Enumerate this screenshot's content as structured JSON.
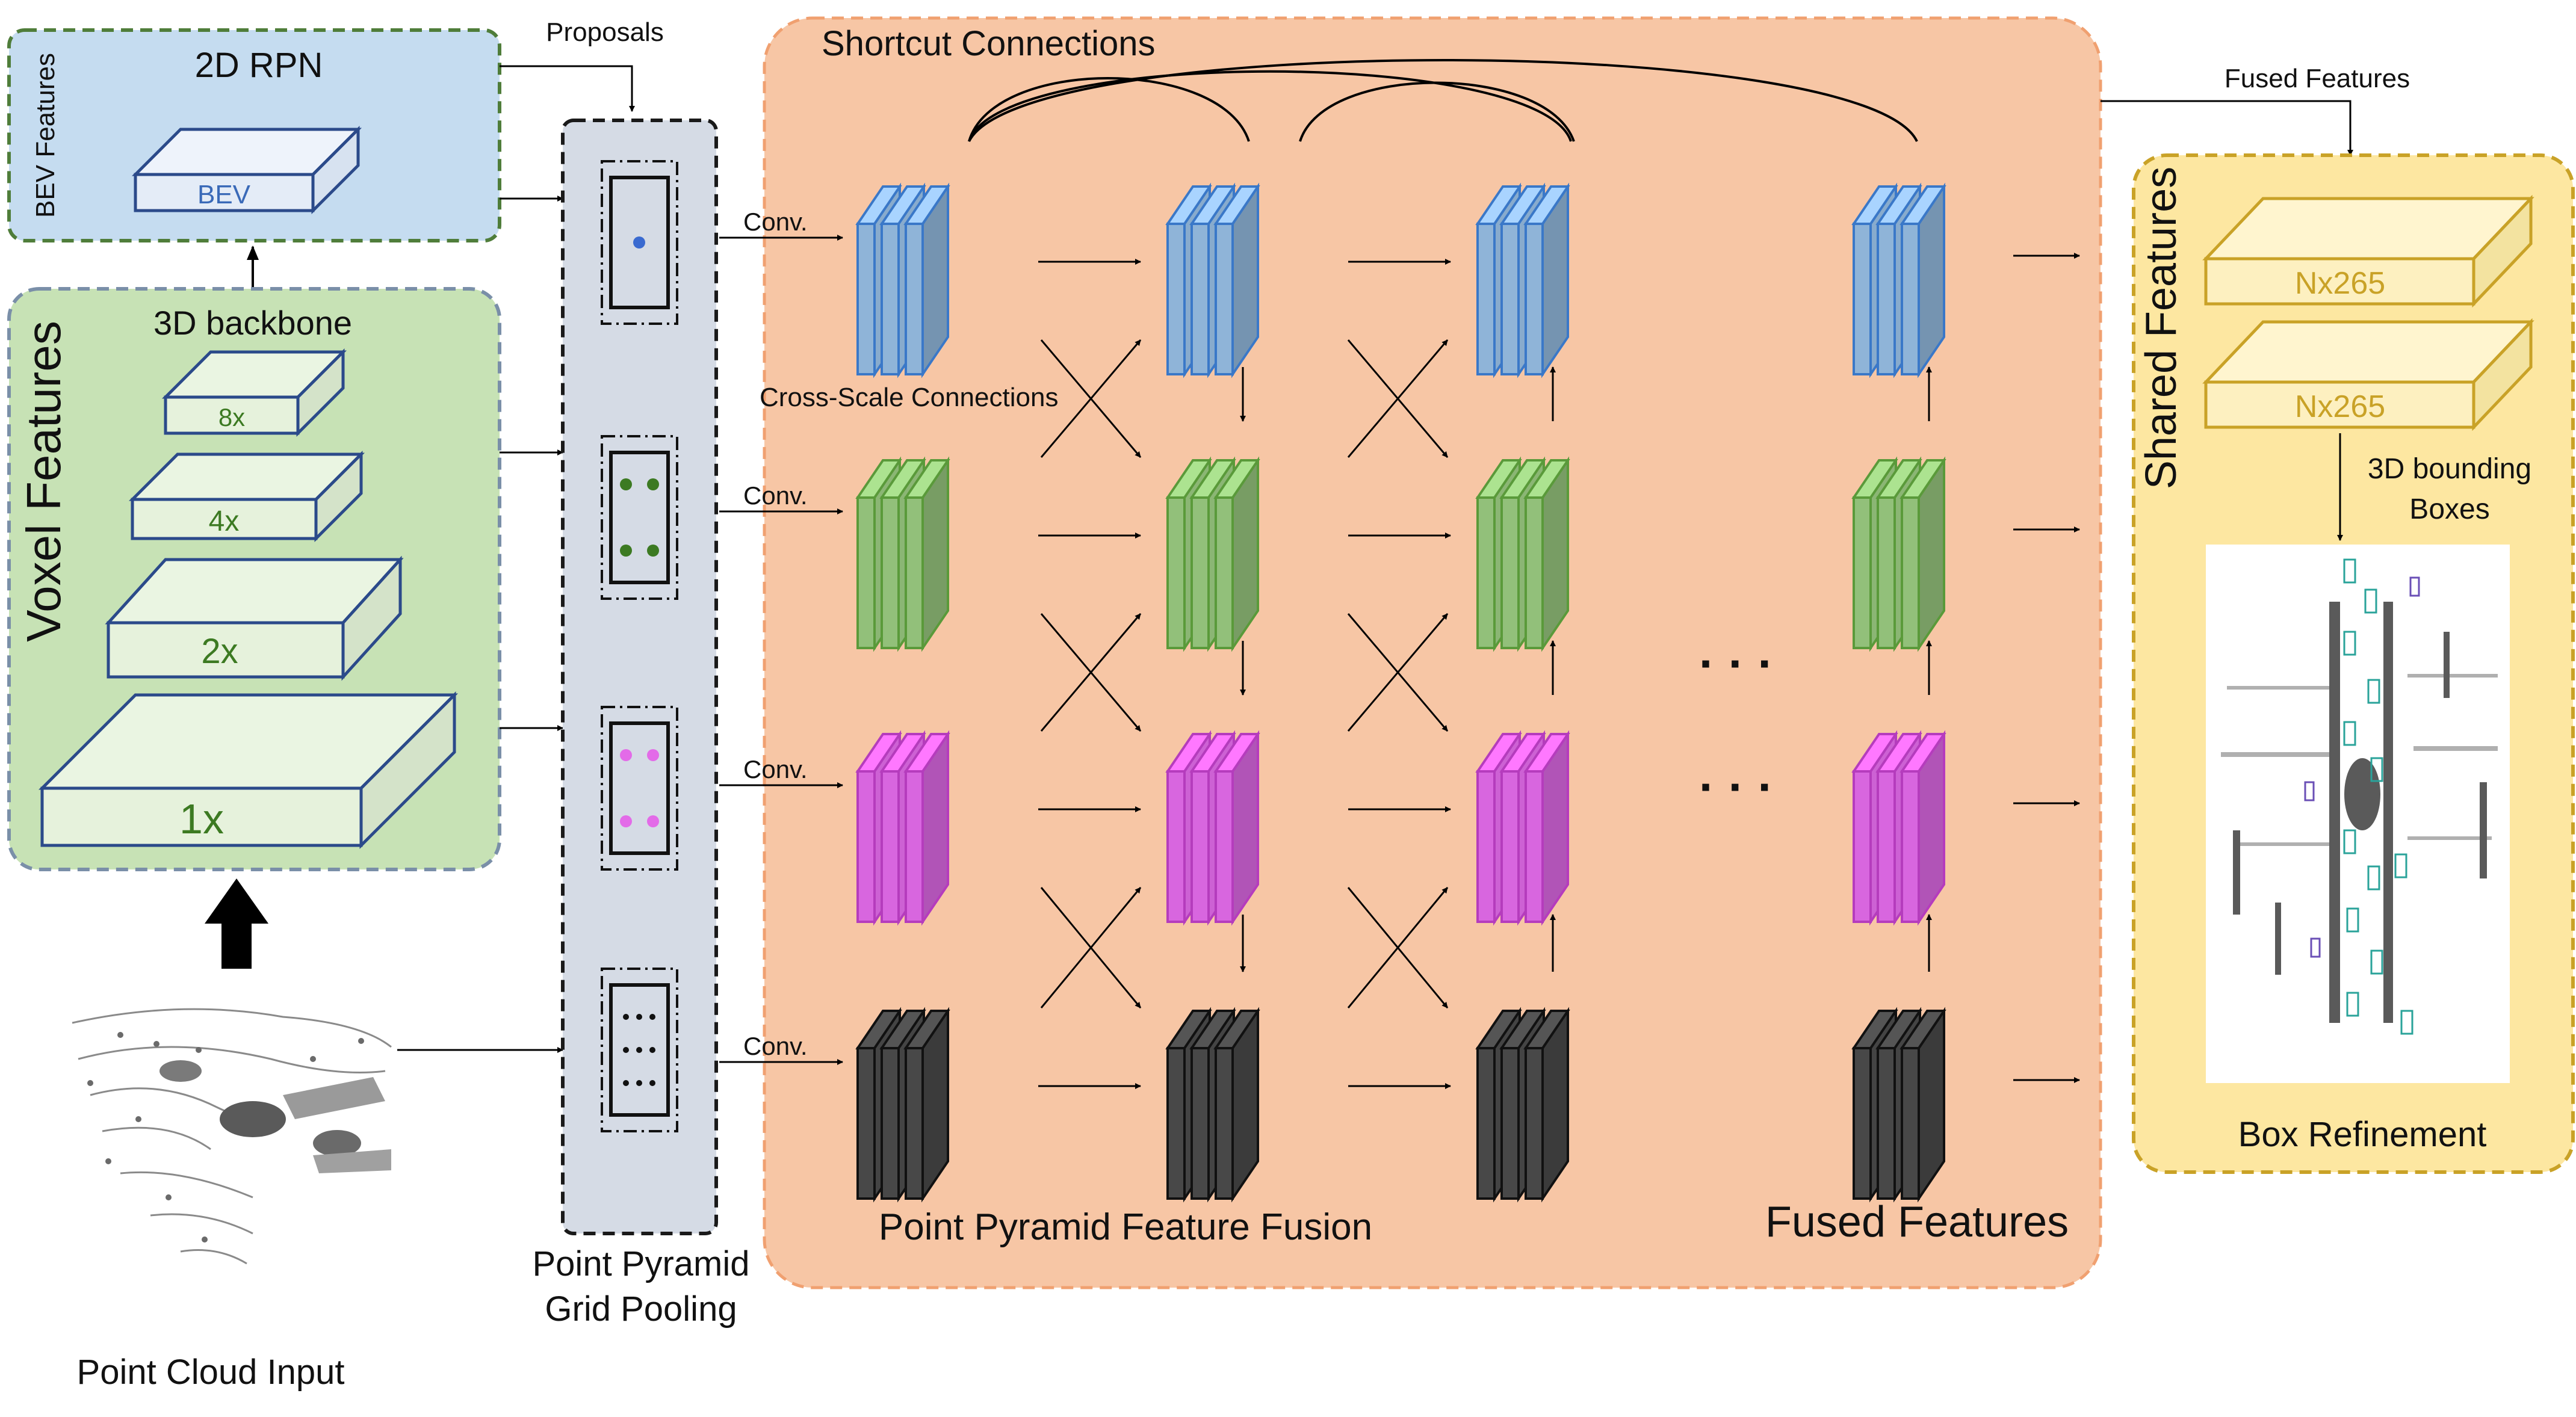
{
  "rpn": {
    "title": "2D RPN",
    "side_label": "BEV Features",
    "bev_label": "BEV"
  },
  "backbone": {
    "title": "3D backbone",
    "side_label": "Voxel Features",
    "scales": [
      "8x",
      "4x",
      "2x",
      "1x"
    ]
  },
  "input_label": "Point Cloud Input",
  "proposals_label": "Proposals",
  "pooling_label_line1": "Point Pyramid",
  "pooling_label_line2": "Grid Pooling",
  "fusion": {
    "shortcut_label": "Shortcut Connections",
    "cross_scale_label": "Cross-Scale Connections",
    "conv_label": "Conv.",
    "title": "Point Pyramid Feature Fusion",
    "fused_label": "Fused Features",
    "ellipsis": "· · ·"
  },
  "fused_features_arrow_label": "Fused Features",
  "refinement": {
    "side_label": "Shared Features",
    "shared_feature_labels": [
      "Nx265",
      "Nx265"
    ],
    "boxes_label_line1": "3D bounding",
    "boxes_label_line2": "Boxes",
    "title": "Box Refinement"
  },
  "colors": {
    "rpn_bg": "#c5dcf0",
    "rpn_border": "#4f7d3a",
    "backbone_bg": "#c7e2b5",
    "backbone_border": "#7a8fa8",
    "pooling_bg": "#d5dbe5",
    "fusion_bg": "#f7c6a5",
    "fusion_border": "#f0a070",
    "refine_bg": "#fde7a1",
    "refine_border": "#c9a227",
    "level_blue": "#8fb4d8",
    "level_green": "#92c07a",
    "level_pink": "#d866df",
    "level_dark": "#484848"
  }
}
